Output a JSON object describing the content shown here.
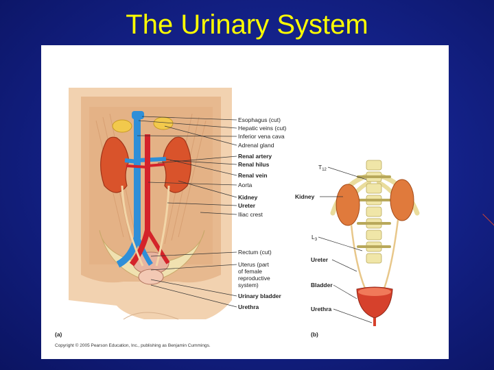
{
  "slide": {
    "title": "The Urinary System"
  },
  "figure_a": {
    "labels": [
      "Esophagus (cut)",
      "Hepatic veins (cut)",
      "Inferior vena cava",
      "Adrenal gland",
      "Renal artery",
      "Renal hilus",
      "Renal vein",
      "Aorta",
      "Kidney",
      "Ureter",
      "Iliac crest",
      "Rectum (cut)",
      "Uterus (part",
      "of female",
      "reproductive",
      "system)",
      "Urinary bladder",
      "Urethra"
    ],
    "panel_label": "(a)",
    "copyright": "Copyright © 2005 Pearson Education, Inc., publishing as Benjamin Cummings."
  },
  "figure_b": {
    "labels": {
      "t12": "T",
      "t12_sub": "12",
      "kidney": "Kidney",
      "l3": "L",
      "l3_sub": "3",
      "ureter": "Ureter",
      "bladder": "Bladder",
      "urethra": "Urethra"
    },
    "panel_label": "(b)"
  },
  "colors": {
    "background": "#14228a",
    "title": "#ffff00",
    "kidney": "#d9532b",
    "artery": "#d4232a",
    "vein": "#2f8fd8",
    "skin": "#f2d2b0",
    "spine": "#f0e6a8"
  }
}
